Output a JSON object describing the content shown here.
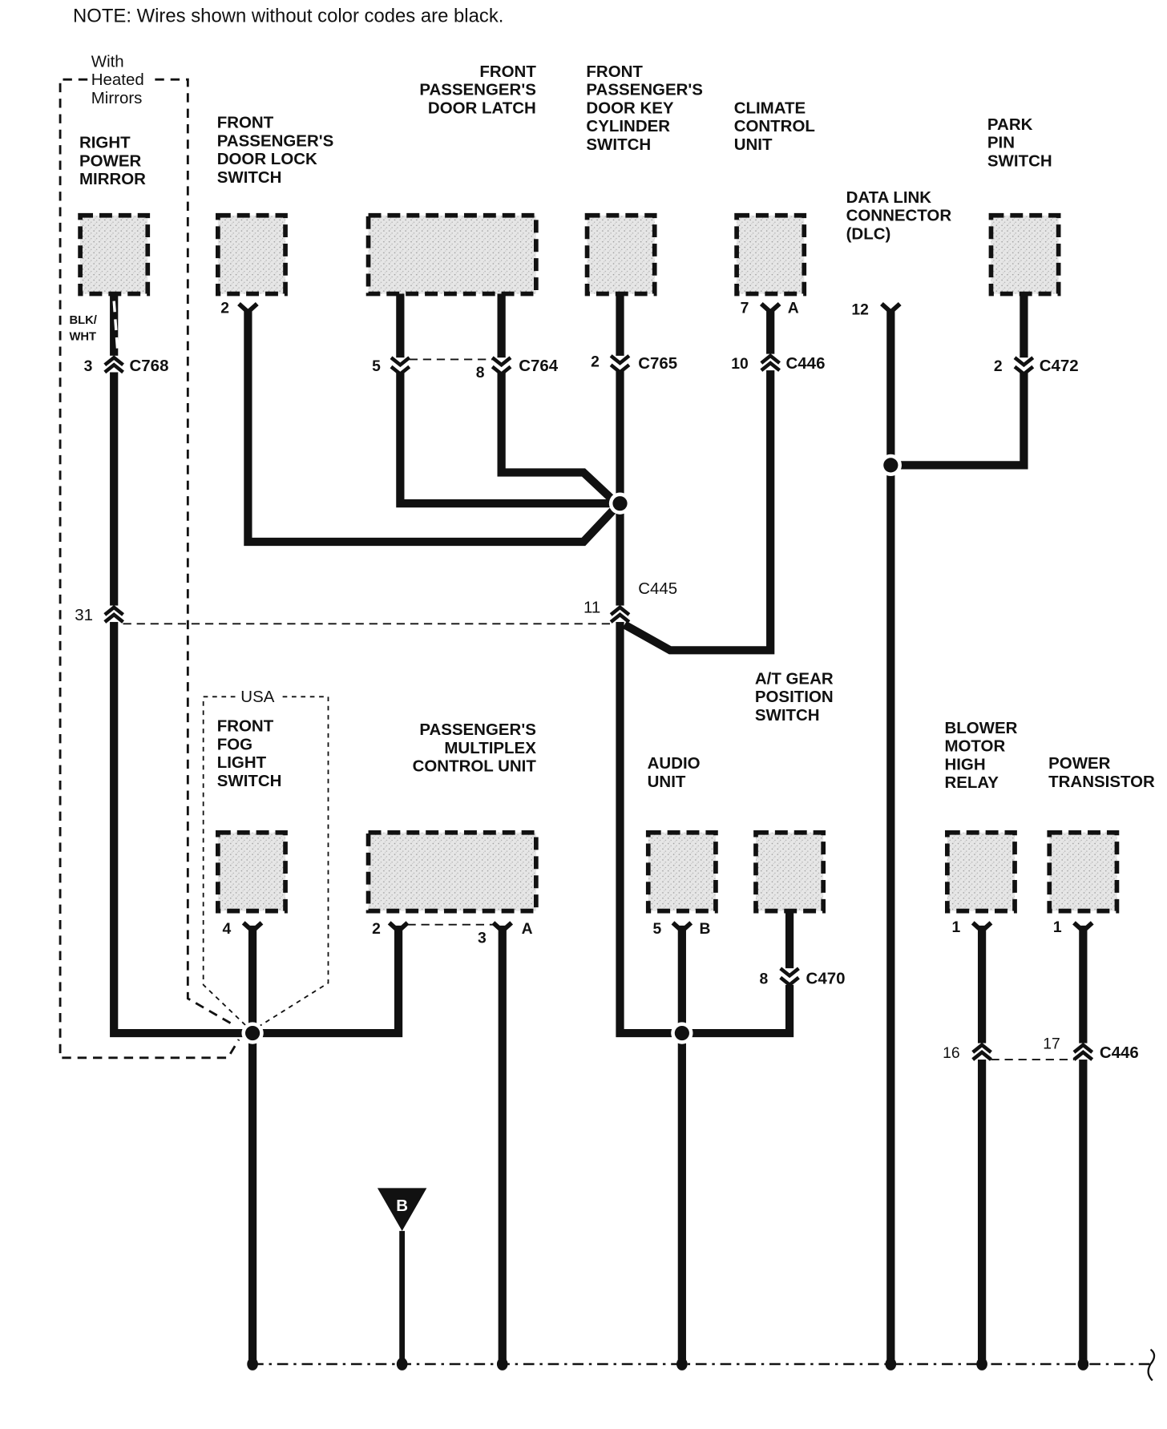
{
  "note": "NOTE: Wires shown without color codes are black.",
  "option_boxes": {
    "heated_mirrors": [
      "With",
      "Heated",
      "Mirrors"
    ],
    "usa": "USA"
  },
  "components": {
    "right_power_mirror": [
      "RIGHT",
      "POWER",
      "MIRROR"
    ],
    "door_lock_switch": [
      "FRONT",
      "PASSENGER'S",
      "DOOR LOCK",
      "SWITCH"
    ],
    "door_latch": [
      "FRONT",
      "PASSENGER'S",
      "DOOR LATCH"
    ],
    "door_key_cylinder_switch": [
      "FRONT",
      "PASSENGER'S",
      "DOOR KEY",
      "CYLINDER",
      "SWITCH"
    ],
    "climate_control_unit": [
      "CLIMATE",
      "CONTROL",
      "UNIT"
    ],
    "data_link_connector": [
      "DATA LINK",
      "CONNECTOR",
      "(DLC)"
    ],
    "park_pin_switch": [
      "PARK",
      "PIN",
      "SWITCH"
    ],
    "at_gear_position_switch": [
      "A/T GEAR",
      "POSITION",
      "SWITCH"
    ],
    "front_fog_light_switch": [
      "FRONT",
      "FOG",
      "LIGHT",
      "SWITCH"
    ],
    "multiplex_control_unit": [
      "PASSENGER'S",
      "MULTIPLEX",
      "CONTROL UNIT"
    ],
    "audio_unit": [
      "AUDIO",
      "UNIT"
    ],
    "blower_motor_high_relay": [
      "BLOWER",
      "MOTOR",
      "HIGH",
      "RELAY"
    ],
    "power_transistor": [
      "POWER",
      "TRANSISTOR"
    ]
  },
  "wire_color": "BLK/\nWHT",
  "wire_color_lines": [
    "BLK/",
    "WHT"
  ],
  "pins": {
    "mirror_c768_pin": "3",
    "door_lock_pin": "2",
    "latch_pin_a": "5",
    "latch_pin_b": "8",
    "key_cyl_pin": "2",
    "climate_pin": "7",
    "climate_conn": "A",
    "climate_c446_pin": "10",
    "dlc_pin": "12",
    "park_pin_c472_pin": "2",
    "c445_pin_left": "31",
    "c445_pin_right": "11",
    "fog_pin": "4",
    "mux_pin_a": "2",
    "mux_pin_b": "3",
    "mux_conn": "A",
    "audio_pin": "5",
    "audio_conn": "B",
    "at_c470_pin": "8",
    "blower_pin": "1",
    "transistor_pin": "1",
    "c446_pin_left": "16",
    "c446_pin_right": "17"
  },
  "connectors": {
    "c768": "C768",
    "c764": "C764",
    "c765": "C765",
    "c446_top": "C446",
    "c472": "C472",
    "c445": "C445",
    "c470": "C470",
    "c446_bottom": "C446"
  },
  "ground_ref": "B"
}
